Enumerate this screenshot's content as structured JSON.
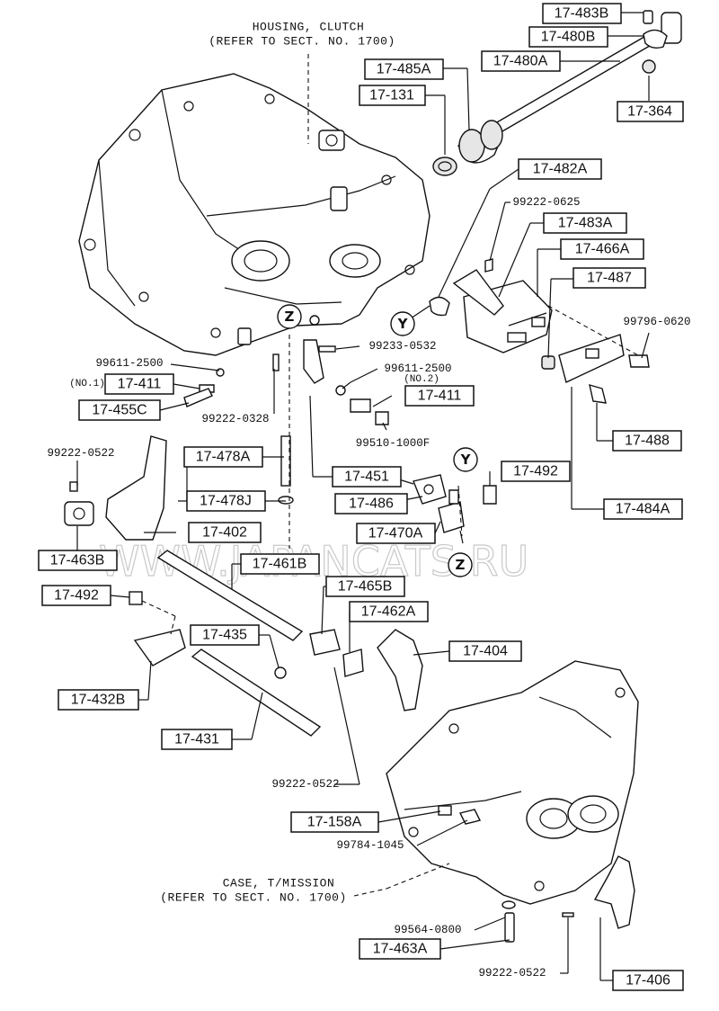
{
  "watermark": "WWW.JAPANCATS.RU",
  "captions": {
    "housing_line1": "HOUSING, CLUTCH",
    "housing_line2": "(REFER TO SECT. NO. 1700)",
    "case_line1": "CASE, T/MISSION",
    "case_line2": "(REFER TO SECT. NO. 1700)"
  },
  "markers": {
    "y": "Y",
    "z": "Z"
  },
  "boxed_parts": {
    "p483b": "17-483B",
    "p480b": "17-480B",
    "p485a": "17-485A",
    "p480a": "17-480A",
    "p131": "17-131",
    "p364": "17-364",
    "p482a": "17-482A",
    "p483a": "17-483A",
    "p466a": "17-466A",
    "p487": "17-487",
    "p411_no1": "17-411",
    "p411_no2": "17-411",
    "p455c": "17-455C",
    "p488": "17-488",
    "p478a": "17-478A",
    "p478j": "17-478J",
    "p451": "17-451",
    "p492_top": "17-492",
    "p486": "17-486",
    "p470a": "17-470A",
    "p484a": "17-484A",
    "p402": "17-402",
    "p463b": "17-463B",
    "p461b": "17-461B",
    "p492_left": "17-492",
    "p465b": "17-465B",
    "p462a": "17-462A",
    "p435": "17-435",
    "p404": "17-404",
    "p432b": "17-432B",
    "p431": "17-431",
    "p158a": "17-158A",
    "p463a": "17-463A",
    "p406": "17-406"
  },
  "plain_parts": {
    "s99222_0625": "99222-0625",
    "s99796_0620": "99796-0620",
    "s99233_0532": "99233-0532",
    "s99611_2500_left": "99611-2500",
    "s99611_2500_right": "99611-2500",
    "no2": "(NO.2)",
    "no1": "(NO.1)",
    "s99510_1000f": "99510-1000F",
    "s99222_0328": "99222-0328",
    "s99222_0522_top": "99222-0522",
    "s99222_0522_mid": "99222-0522",
    "s99784_1045": "99784-1045",
    "s99564_0800": "99564-0800",
    "s99222_0522_bottom": "99222-0522"
  }
}
